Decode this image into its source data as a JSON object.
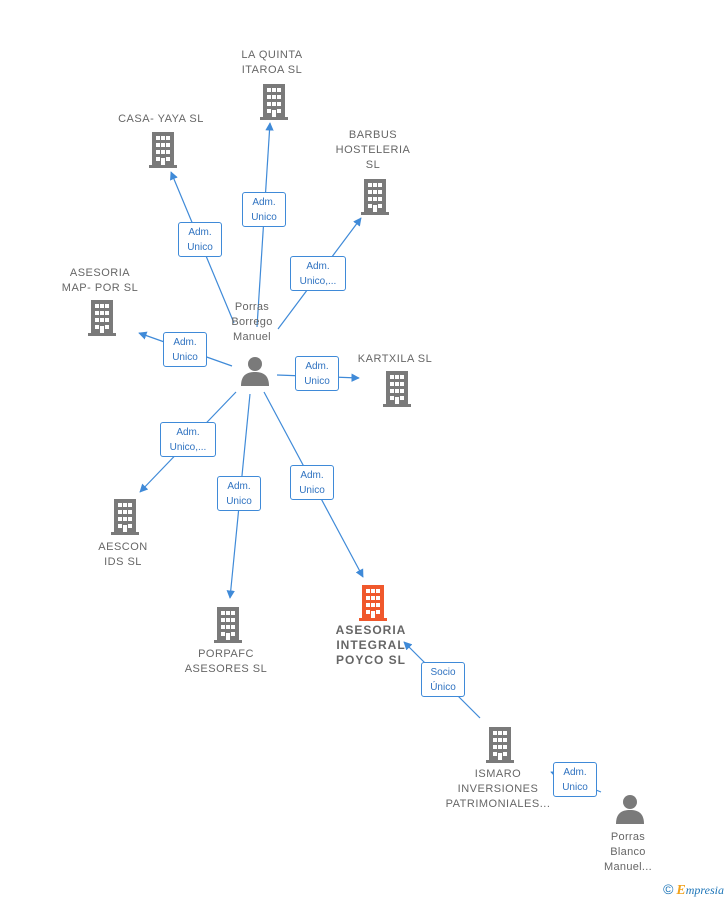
{
  "colors": {
    "edge": "#3f8ad8",
    "building": "#7a7a7a",
    "building_focus": "#f0582c",
    "person": "#7a7a7a",
    "label": "#666666"
  },
  "nodes": [
    {
      "id": "la-quinta",
      "type": "company",
      "label": "LA QUINTA\nITAROA  SL"
    },
    {
      "id": "casa-yaya",
      "type": "company",
      "label": "CASA- YAYA SL"
    },
    {
      "id": "barbus",
      "type": "company",
      "label": "BARBUS\nHOSTELERIA\nSL"
    },
    {
      "id": "asesoria-map",
      "type": "company",
      "label": "ASESORIA\nMAP- POR  SL"
    },
    {
      "id": "porras-borrego",
      "type": "person",
      "label": "Porras\nBorrego\nManuel"
    },
    {
      "id": "kartxila",
      "type": "company",
      "label": "KARTXILA SL"
    },
    {
      "id": "aescon",
      "type": "company",
      "label": "AESCON\nIDS  SL"
    },
    {
      "id": "porpafc",
      "type": "company",
      "label": "PORPAFC\nASESORES  SL"
    },
    {
      "id": "asesoria-integral",
      "type": "company",
      "focus": true,
      "label": "ASESORIA\nINTEGRAL\nPOYCO  SL"
    },
    {
      "id": "ismaro",
      "type": "company",
      "label": "ISMARO\nINVERSIONES\nPATRIMONIALES..."
    },
    {
      "id": "porras-blanco",
      "type": "person",
      "label": "Porras\nBlanco\nManuel..."
    }
  ],
  "edges": [
    {
      "id": "e-la-quinta",
      "label": "Adm.\nUnico"
    },
    {
      "id": "e-casa-yaya",
      "label": "Adm.\nUnico"
    },
    {
      "id": "e-barbus",
      "label": "Adm.\nUnico,..."
    },
    {
      "id": "e-asesoria-map",
      "label": "Adm.\nUnico"
    },
    {
      "id": "e-kartxila",
      "label": "Adm.\nUnico"
    },
    {
      "id": "e-aescon",
      "label": "Adm.\nUnico,..."
    },
    {
      "id": "e-porpafc",
      "label": "Adm.\nUnico"
    },
    {
      "id": "e-asesoria-integral",
      "label": "Adm.\nUnico"
    },
    {
      "id": "e-ismaro-integral",
      "label": "Socio\nÚnico"
    },
    {
      "id": "e-blanco-ismaro",
      "label": "Adm.\nUnico"
    }
  ],
  "watermark": {
    "copyright": "©",
    "brand_initial": "E",
    "brand_rest": "mpresia"
  }
}
